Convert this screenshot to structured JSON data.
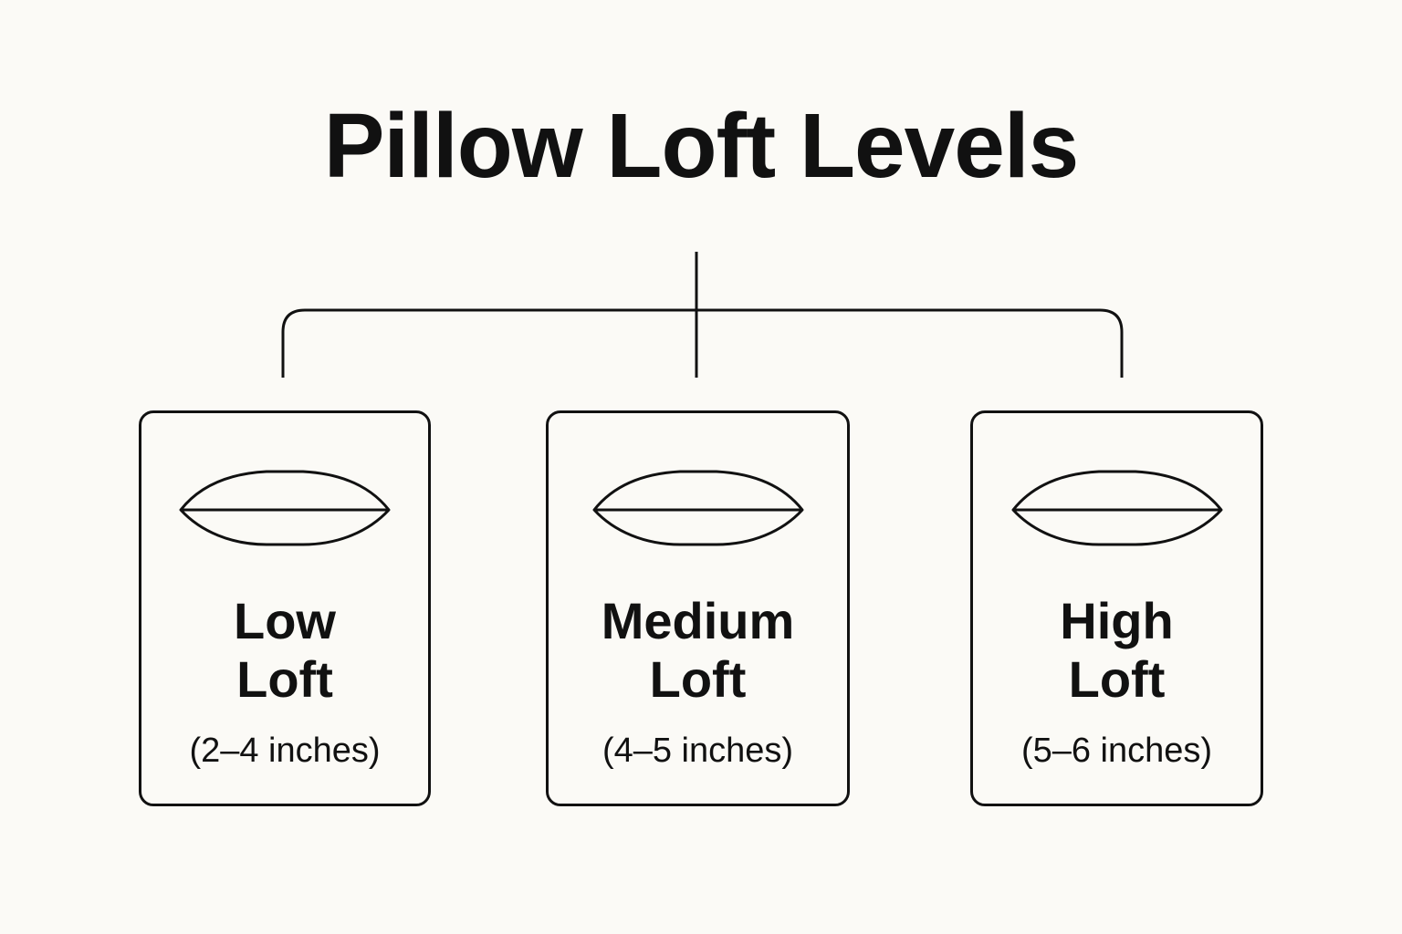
{
  "title": "Pillow Loft Levels",
  "colors": {
    "background": "#fbfaf6",
    "stroke": "#111111"
  },
  "icon": "pillow-icon",
  "levels": [
    {
      "title_line1": "Low",
      "title_line2": "Loft",
      "range": "(2–4 inches)"
    },
    {
      "title_line1": "Medium",
      "title_line2": "Loft",
      "range": "(4–5 inches)"
    },
    {
      "title_line1": "High",
      "title_line2": "Loft",
      "range": "(5–6 inches)"
    }
  ]
}
